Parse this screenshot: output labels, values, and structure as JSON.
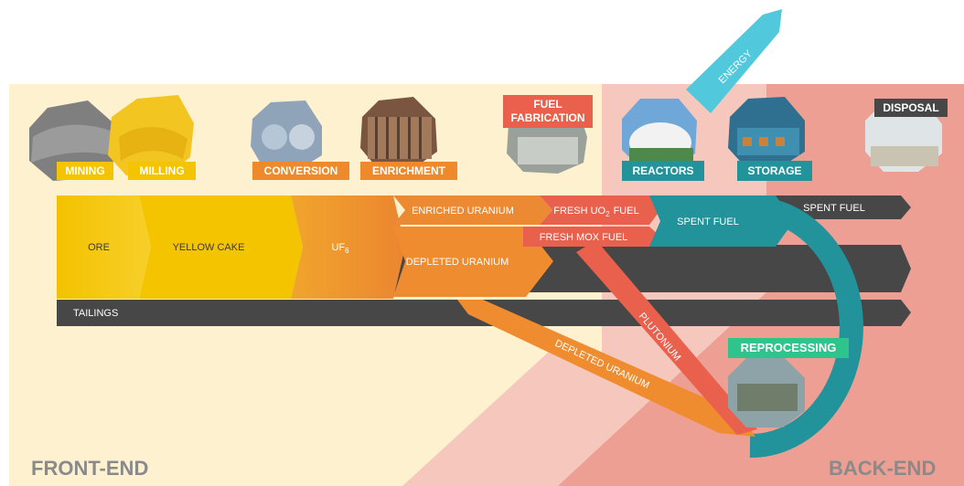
{
  "regions": {
    "front_end": "FRONT-END",
    "back_end": "BACK-END"
  },
  "stages": {
    "mining": "MINING",
    "milling": "MILLING",
    "conversion": "CONVERSION",
    "enrichment": "ENRICHMENT",
    "fuel_fabrication": "FUEL FABRICATION",
    "reactors": "REACTORS",
    "storage": "STORAGE",
    "disposal": "DISPOSAL",
    "reprocessing": "REPROCESSING",
    "energy": "ENERGY"
  },
  "flows": {
    "ore": "ORE",
    "yellow_cake": "YELLOW CAKE",
    "uf6": "UF",
    "uf6_subscript": "6",
    "enriched_uranium": "ENRICHED URANIUM",
    "depleted_uranium": "DEPLETED URANIUM",
    "fresh_uo2_fuel_a": "FRESH UO",
    "fresh_uo2_fuel_sub": "2",
    "fresh_uo2_fuel_b": "FUEL",
    "fresh_mox_fuel": "FRESH MOX FUEL",
    "spent_fuel_1": "SPENT FUEL",
    "spent_fuel_2": "SPENT FUEL",
    "tailings": "TAILINGS",
    "plutonium": "PLUTONIUM",
    "depleted_uranium_return": "DEPLETED URANIUM"
  },
  "colors": {
    "front_bg": "#fdf1cf",
    "back_bg_light": "#f6c8bd",
    "back_bg_dark": "#ee9f93",
    "yellow": "#f5c400",
    "orange": "#ee8a2c",
    "red": "#e9604c",
    "teal": "#23939b",
    "dark_gray": "#474747",
    "green": "#2fc48c",
    "sky": "#52c8dc"
  }
}
